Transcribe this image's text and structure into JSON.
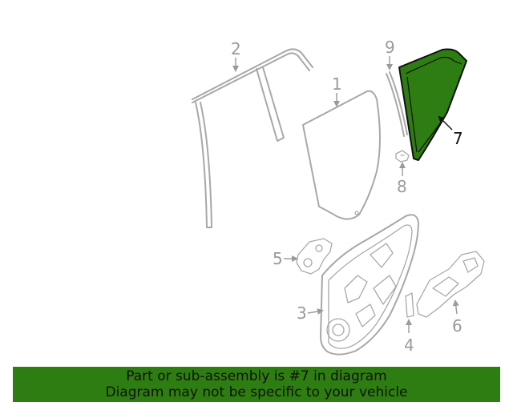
{
  "diagram": {
    "callouts": [
      {
        "label": "1"
      },
      {
        "label": "2"
      },
      {
        "label": "3"
      },
      {
        "label": "4"
      },
      {
        "label": "5"
      },
      {
        "label": "6"
      },
      {
        "label": "7"
      },
      {
        "label": "8"
      },
      {
        "label": "9"
      }
    ],
    "highlighted_part": "7",
    "highlight_color": "#2e7d12"
  },
  "banner": {
    "line1": "Part or sub-assembly is #7 in diagram",
    "line2": "Diagram may not be specific to your vehicle",
    "background_color": "#2e7d12"
  }
}
